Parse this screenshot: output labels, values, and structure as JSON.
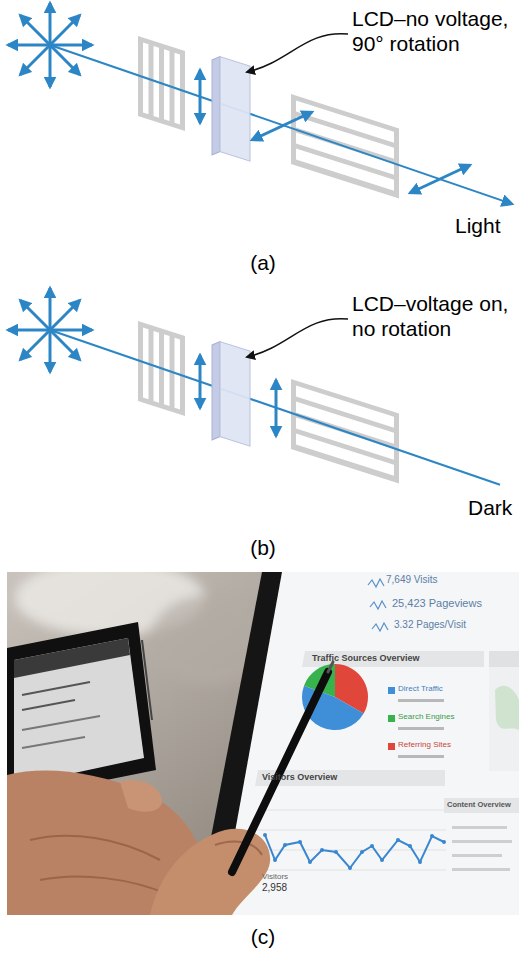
{
  "diagram": {
    "labels": [
      "LCD–no voltage, 90° rotation",
      "Light",
      "(a)",
      "LCD–voltage on, no rotation",
      "Dark",
      "(b)",
      "7,649 Visits",
      "25,423 Pageviews",
      "3.32 Pages/Visit",
      "Traffic Sources Overview",
      "Direct Traffic",
      "Search Engines",
      "Referring Sites",
      "Visitors Overview",
      "Content Overview",
      "Visitors",
      "2,958",
      "(c)"
    ]
  }
}
